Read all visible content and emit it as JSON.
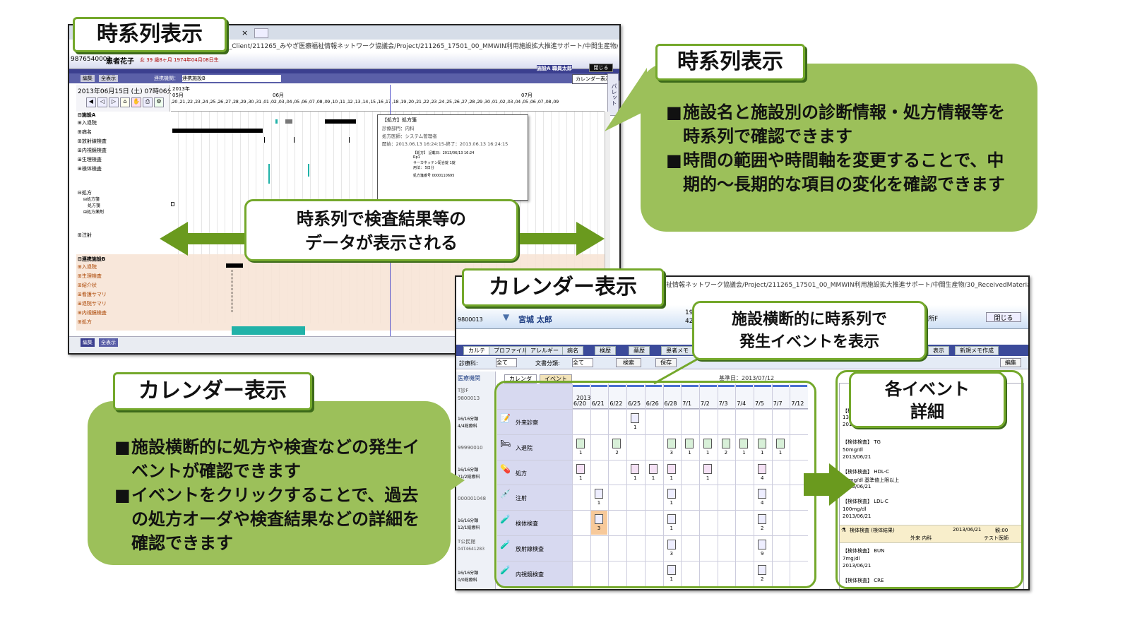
{
  "timeline_window": {
    "tab_close": "×",
    "url": "2_Client/211265_みやぎ医療福祉情報ネットワーク協議会/Project/211265_17501_00_MMWIN利用施設拡大推進サポート/中間生産物/30",
    "patient_id": "9876540002",
    "patient_name": "患者花子",
    "patient_info": "女 39 歳8ヶ月 1974年04月08日生",
    "facility_user": "施設A 職員太郎",
    "close_label": "閉じる",
    "tab_edit": "編集",
    "tab_all": "全表示",
    "link_label": "連携機関：",
    "link_value": "連携施設B",
    "calendar_btn": "カレンダー表示",
    "palette_label": "パレット",
    "date_display": "2013年06月15日 (土) 07時06分",
    "year_label": "2013年",
    "month_may": "05月",
    "month_jun": "06月",
    "month_jul": "07月",
    "days": ",20 ,21 ,22 ,23 ,24 ,25 ,26 ,27 ,28 ,29 ,30 ,31 ,01 ,02 ,03 ,04 ,05 ,06 ,07 ,08 ,09 ,10 ,11 ,12 ,13 ,14 ,15 ,16 ,17 ,18 ,19 ,20 ,21 ,22 ,23 ,24 ,25 ,26 ,27 ,28 ,29 ,30 ,01 ,02 ,03 ,04 ,05 ,06 ,07 ,08 ,09",
    "rows_a": [
      "⊟施設A",
      "⊞入退院",
      "⊞病名",
      "⊞放射線検査",
      "⊞内視鏡検査",
      "⊞生理検査",
      "⊞検体検査"
    ],
    "rows_rx": [
      "⊟処方",
      "⊟処方箋",
      "処方箋",
      "⊞処方薬剤"
    ],
    "row_inj": "⊞注射",
    "rows_b": [
      "⊟連携施設B",
      "⊞入退院",
      "⊞生理検査",
      "⊞紹介状",
      "⊞看護サマリ",
      "⊞退院サマリ",
      "⊞内視鏡検査",
      "⊞処方"
    ],
    "popup": {
      "title": "【処方】処方箋",
      "dept": "診療部門：内科",
      "doctor": "処方医師：システム管理者",
      "period": "開始：2013.06.13 16:24:15-終了：2013.06.13 16:24:15",
      "detail1": "【処方】 記載日：2013/06/13 16:24",
      "detail2": "Rp1",
      "detail3": "サーカネッテン配合錠 1錠",
      "detail4": "用法： 5日分",
      "detail5": "処方箋番号 0000110695"
    },
    "bottom_tab_edit": "編集",
    "bottom_tab_all": "全表示"
  },
  "calendar_window": {
    "url": "医療福祉情報ネットワーク協議会/Project/211265_17501_00_MMWIN利用施設拡大推進サポート/中間生産物/30_ReceivedMaterials/10_",
    "patient_no": "9800013",
    "patient_name": "宮城 太郎",
    "birth_partial1": "197",
    "birth_partial2": "42",
    "facility_partial": "所F",
    "close_label": "閉じる",
    "tabs": [
      "カルテ",
      "プロファイル",
      "アレルギー",
      "病名",
      "検歴",
      "薬歴",
      "患者メモ"
    ],
    "tab_display": "表示",
    "new_memo": "新規メモ作成",
    "dept_label": "診療科:",
    "dept_value": "全て",
    "doc_label": "文書分類:",
    "doc_value": "全て",
    "search_btn": "検索",
    "save_btn": "保存",
    "edit_btn": "編集",
    "facility_list_label": "医療機関",
    "view_calendar": "カレンダ",
    "view_event": "イベント",
    "base_date": "基準日：2013/07/12",
    "year": "2013",
    "dates": [
      "6/20",
      "6/21",
      "6/22",
      "6/25",
      "6/26",
      "6/28",
      "7/1",
      "7/2",
      "7/3",
      "7/4",
      "7/5",
      "7/7",
      "7/12"
    ],
    "row_labels": [
      "外来診察",
      "入退院",
      "処方",
      "注射",
      "検体検査",
      "放射線検査",
      "内視鏡検査"
    ],
    "left_list": [
      "T診F",
      "9800013",
      "16/16分類",
      "4/4総療科",
      "99990010",
      "16/16分類",
      "21/2総療科",
      "000001048",
      "16/16分類",
      "12/1総療科",
      "T公民館",
      "04T4641283",
      "16/16分類",
      "0/0総療科"
    ],
    "detail": {
      "head_partial": "【検",
      "line1": "130",
      "line2": "2013",
      "tg_title": "【検体検査】 TG",
      "tg_value": "50mg/dl",
      "tg_date": "2013/06/21",
      "hdl_title": "【検体検査】 HDL-C",
      "hdl_value": "70mg/dl 基準値上限以上",
      "hdl_date": "2013/06/21",
      "ldl_title": "【検体検査】 LDL-C",
      "ldl_value": "100mg/dl",
      "ldl_date": "2013/06/21",
      "section_title": "検体検査 (検体結果)",
      "section_date": "2013/06/21",
      "section_extra": "観:00",
      "section_dept": "外来 内科",
      "section_doc": "テスト医師",
      "bun_title": "【検体検査】 BUN",
      "bun_value": "7mg/dl",
      "bun_date": "2013/06/21",
      "cre_title": "【検体検査】 CRE"
    }
  },
  "annotations": {
    "tag_timeline_top": "時系列表示",
    "tag_timeline_right": "時系列表示",
    "timeline_bullets": [
      "施設名と施設別の診断情報・処方情報等を時系列で確認できます",
      "時間の範囲や時間軸を変更することで、中期的～長期的な項目の変化を確認できます"
    ],
    "arrow_box_line1": "時系列で検査結果等の",
    "arrow_box_line2": "データが表示される",
    "tag_calendar_top": "カレンダー表示",
    "tag_calendar_left": "カレンダー表示",
    "calendar_bullets": [
      "施設横断的に処方や検査などの発生イベントが確認できます",
      "イベントをクリックすることで、過去の処方オーダや検査結果などの詳細を確認できます"
    ],
    "cross_box_line1": "施設横断的に時系列で",
    "cross_box_line2": "発生イベントを表示",
    "detail_box_line1": "各イベント",
    "detail_box_line2": "詳細"
  },
  "colors": {
    "callout_green": "#9cc05a",
    "frame_green": "#74a82b",
    "arrow_green": "#6a9a1e",
    "facility_b_bg": "#f7e3d4",
    "navy_header": "#2a2f7a",
    "teal_bar": "#21b2a8"
  }
}
